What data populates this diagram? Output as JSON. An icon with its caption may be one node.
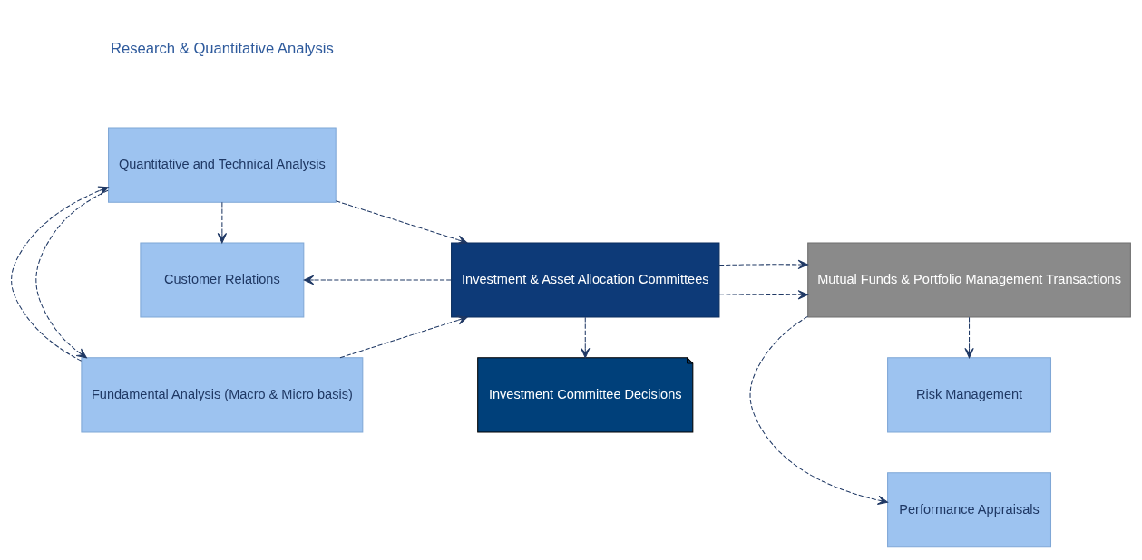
{
  "diagram": {
    "nodes": [
      {
        "text": [
          "Fundamental Analysis (Macro & Micro basis)"
        ]
      },
      {
        "text": [
          "Quantitative and Technical Analysis"
        ]
      },
      {
        "text": [
          "Customer Relations"
        ]
      },
      {
        "text": [
          "Investment & Asset Allocation Committees"
        ]
      },
      {
        "text": [
          "Investment Committee Decisions"
        ]
      },
      {
        "text": [
          "Performance Appraisals"
        ]
      },
      {
        "text": [
          "Mutual Funds & Portfolio Management Transactions"
        ]
      },
      {
        "text": [
          "Risk Management"
        ]
      }
    ],
    "edges": [
      {
        "from": 1,
        "to": 0,
        "arrow": "to",
        "style": "dashed"
      },
      {
        "from": 0,
        "to": 1,
        "arrow": "to",
        "style": "dashed"
      },
      {
        "from": 0,
        "to": 3,
        "arrow": "to",
        "style": "dashed"
      },
      {
        "from": 1,
        "to": 3,
        "arrow": "to",
        "style": "dashed"
      },
      {
        "from": 1,
        "to": 2,
        "arrow": "to",
        "style": "dashed"
      },
      {
        "from": 3,
        "to": 2,
        "arrow": "to",
        "style": "dashed"
      },
      {
        "from": 3,
        "to": 4,
        "arrow": "to",
        "style": "dashed"
      },
      {
        "from": 3,
        "to": 6,
        "arrow": "to",
        "style": "dashed"
      },
      {
        "from": 3,
        "to": 6,
        "arrow": "to",
        "style": "dashed"
      },
      {
        "from": 6,
        "to": 5,
        "arrow": "to",
        "style": "dashed"
      },
      {
        "from": 6,
        "to": 7,
        "arrow": "to",
        "style": "dashed"
      }
    ],
    "labels": [
      "Research & Quantitative Analysis"
    ]
  }
}
